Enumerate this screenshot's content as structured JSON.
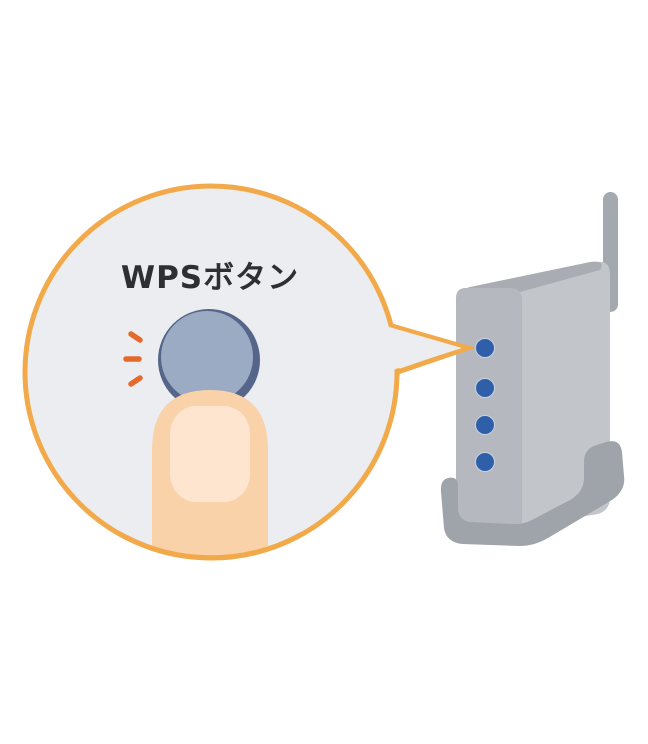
{
  "illustration": {
    "label": "WPSボタン",
    "subject": "finger-pressing-wps-button-on-router",
    "colors": {
      "background": "#FFFFFF",
      "bubble_fill": "#ECEDF1",
      "bubble_stroke": "#F2A94A",
      "label_text": "#2E2F33",
      "button_ring": "#55668A",
      "button_face": "#9AABC3",
      "press_marks": "#E5692A",
      "finger_skin": "#F9D2AA",
      "finger_nail": "#FDE5CF",
      "router_front": "#B5B9BF",
      "router_side": "#C2C6CB",
      "router_top": "#A9ADB3",
      "router_stand": "#9FA3AA",
      "router_led": "#2E5FA8",
      "router_antenna": "#A4A8AF"
    },
    "router": {
      "led_count": 4
    }
  }
}
